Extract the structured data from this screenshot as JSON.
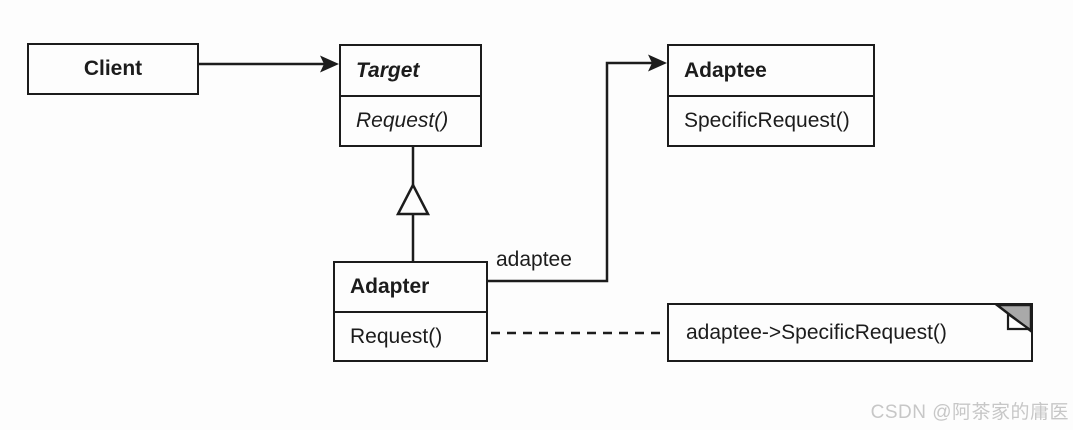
{
  "classes": {
    "client": {
      "name": "Client"
    },
    "target": {
      "name": "Target",
      "methods": [
        "Request()"
      ]
    },
    "adaptee": {
      "name": "Adaptee",
      "methods": [
        "SpecificRequest()"
      ]
    },
    "adapter": {
      "name": "Adapter",
      "methods": [
        "Request()"
      ]
    }
  },
  "relations": {
    "adapter_to_adaptee_label": "adaptee"
  },
  "note": {
    "text": "adaptee->SpecificRequest()"
  },
  "watermark": {
    "text": "CSDN @阿茶家的庸医"
  },
  "colors": {
    "line": "#1c1c1c",
    "background": "#fdfdfd",
    "note_fold_gray": "#a9a9a9",
    "watermark_gray": "#c7c7c7"
  }
}
